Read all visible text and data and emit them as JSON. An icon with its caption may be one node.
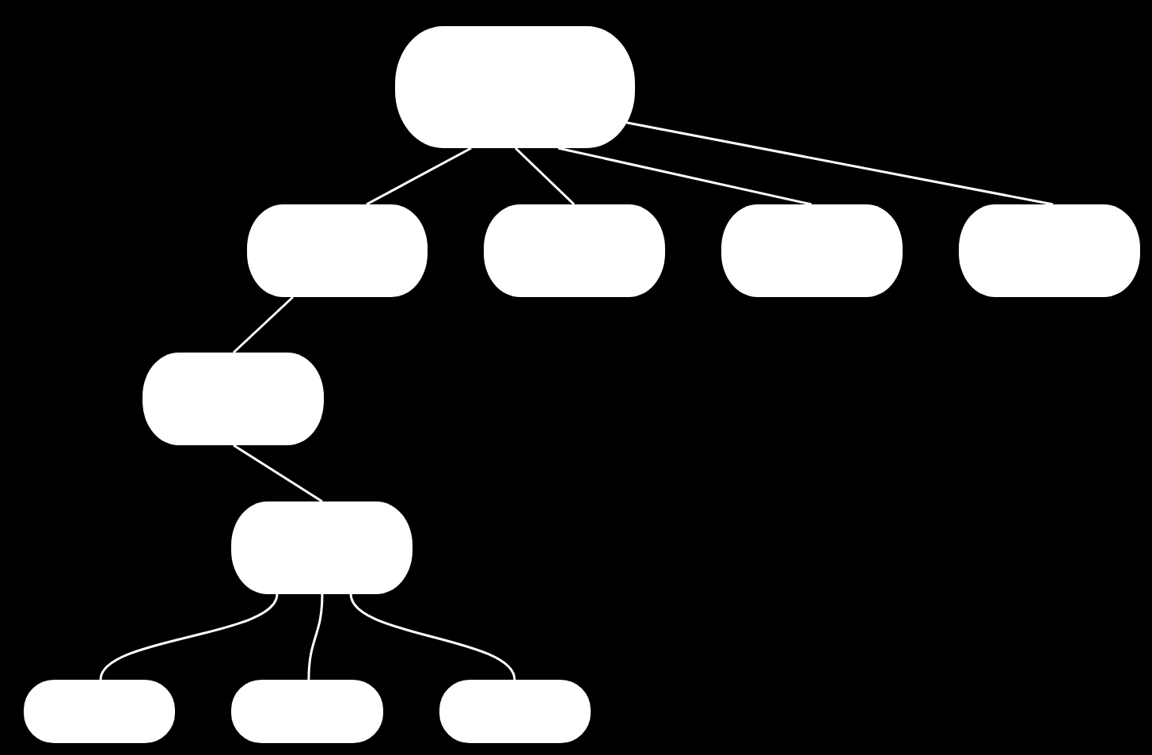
{
  "diagram": {
    "nodes": [
      {
        "text": [],
        "shape": "box"
      },
      {
        "text": [],
        "shape": "box"
      },
      {
        "text": [],
        "shape": "box"
      },
      {
        "text": [],
        "shape": "box"
      },
      {
        "text": [],
        "shape": "box"
      },
      {
        "text": [],
        "shape": "box"
      },
      {
        "text": [],
        "shape": "box"
      },
      {
        "text": [],
        "shape": "box"
      },
      {
        "text": [],
        "shape": "box"
      },
      {
        "text": [],
        "shape": "box"
      }
    ],
    "edges": [
      {
        "from": 0,
        "to": 1,
        "arrow": "none"
      },
      {
        "from": 0,
        "to": 2,
        "arrow": "none"
      },
      {
        "from": 0,
        "to": 3,
        "arrow": "none"
      },
      {
        "from": 0,
        "to": 4,
        "arrow": "none"
      },
      {
        "from": 1,
        "to": 5,
        "arrow": "none"
      },
      {
        "from": 5,
        "to": 6,
        "arrow": "none"
      },
      {
        "from": 6,
        "to": 7,
        "arrow": "none"
      },
      {
        "from": 6,
        "to": 8,
        "arrow": "none"
      },
      {
        "from": 6,
        "to": 9,
        "arrow": "none"
      }
    ]
  }
}
